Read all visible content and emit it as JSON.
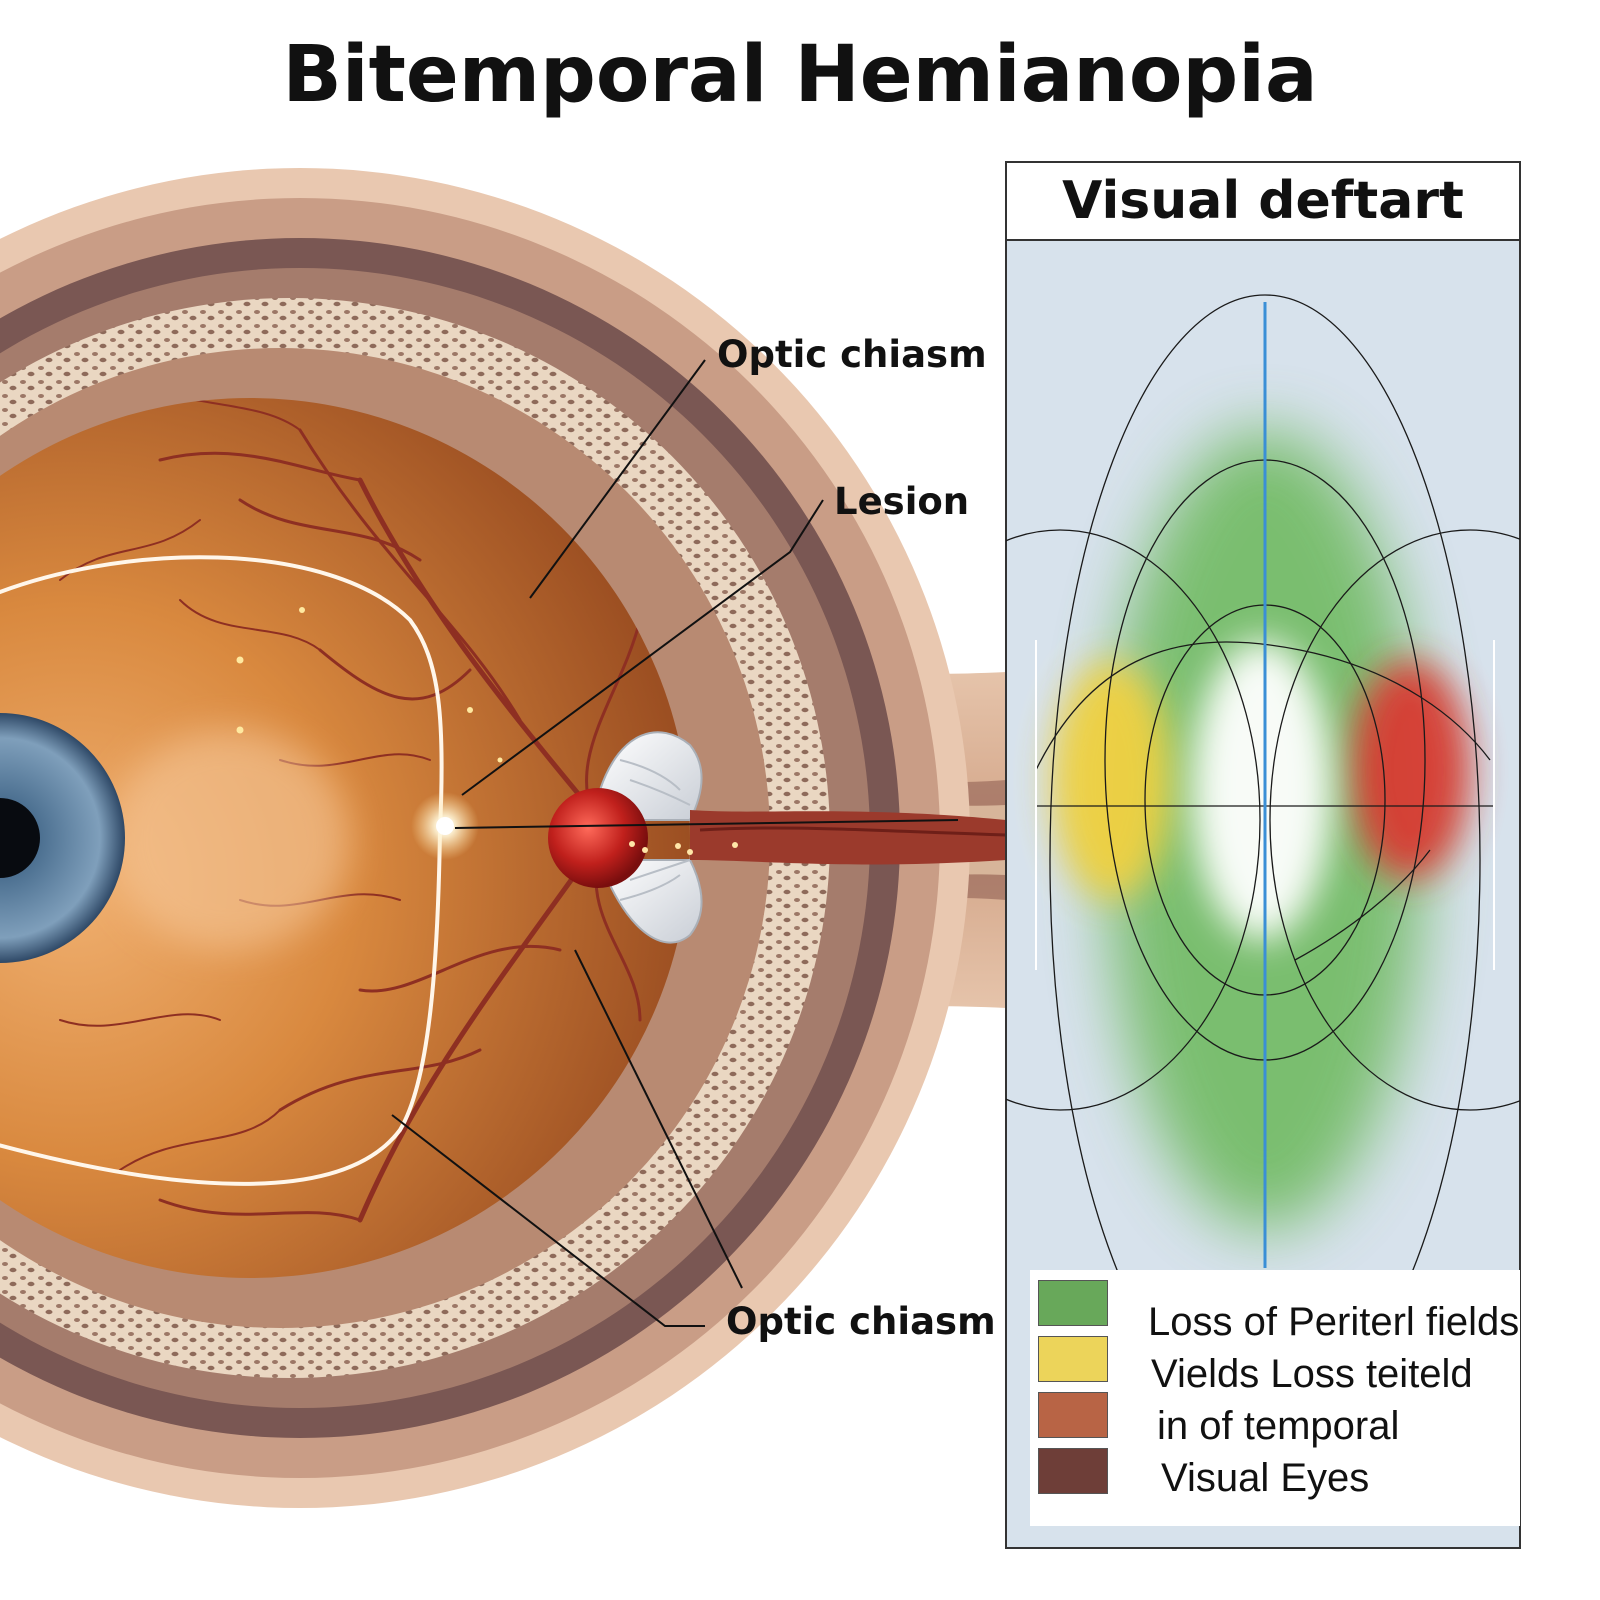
{
  "title": "Bitemporal Hemianopia",
  "callouts": {
    "optic_chiasm_top": "Optic chiasm",
    "lesion": "Lesion",
    "optic_chiasm_bottom": "Optic chiasm"
  },
  "panel": {
    "title": "Visual deftart"
  },
  "legend": [
    {
      "label": "Loss of Periterl fields",
      "color": "#68a85a"
    },
    {
      "label": "Vields Loss teiteld",
      "color": "#ecd45a"
    },
    {
      "label": "in of temporal",
      "color": "#b86445"
    },
    {
      "label": "Visual Eyes",
      "color": "#6e3e38"
    }
  ],
  "colors": {
    "field_green": "#6ab85a",
    "field_yellow": "#f0d040",
    "field_red": "#d83a32",
    "panel_bg": "#d7e2ec",
    "meridian": "#3a8fd6"
  }
}
